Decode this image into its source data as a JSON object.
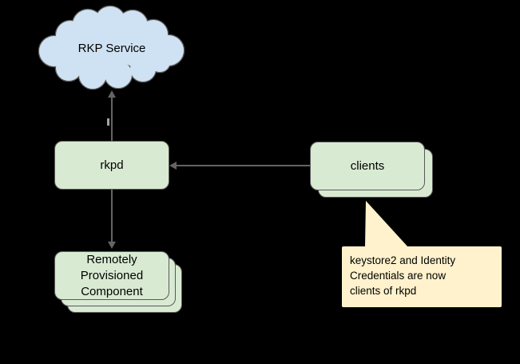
{
  "diagram": {
    "background_color": "#000000",
    "stroke_color": "#595959",
    "connector_color": "#646464",
    "text_color": "#000000",
    "nodes": {
      "rkp_service": {
        "label": "RKP Service",
        "shape": "cloud",
        "fill": "#cfe2f3"
      },
      "rkpd": {
        "label": "rkpd",
        "shape": "rounded-rectangle",
        "fill": "#d9ead3"
      },
      "clients": {
        "label": "clients",
        "shape": "rounded-rectangle-stack",
        "stack_count": 2,
        "fill": "#d9ead3"
      },
      "remotely_provisioned_component": {
        "label": "Remotely Provisioned Component",
        "label_lines": [
          "Remotely",
          "Provisioned",
          "Component"
        ],
        "shape": "rounded-rectangle-stack",
        "stack_count": 3,
        "fill": "#d9ead3"
      }
    },
    "connectors": [
      {
        "from": "rkpd",
        "to": "rkp_service",
        "arrow": "up"
      },
      {
        "from": "clients",
        "to": "rkpd",
        "arrow": "left"
      },
      {
        "from": "rkpd",
        "to": "remotely_provisioned_component",
        "arrow": "down"
      }
    ],
    "callout": {
      "text": "keystore2 and Identity Credentials are now clients of rkpd",
      "text_lines": [
        "keystore2 and Identity",
        "Credentials are now",
        "clients of rkpd"
      ],
      "fill": "#fff2cc",
      "points_to": "clients"
    }
  }
}
